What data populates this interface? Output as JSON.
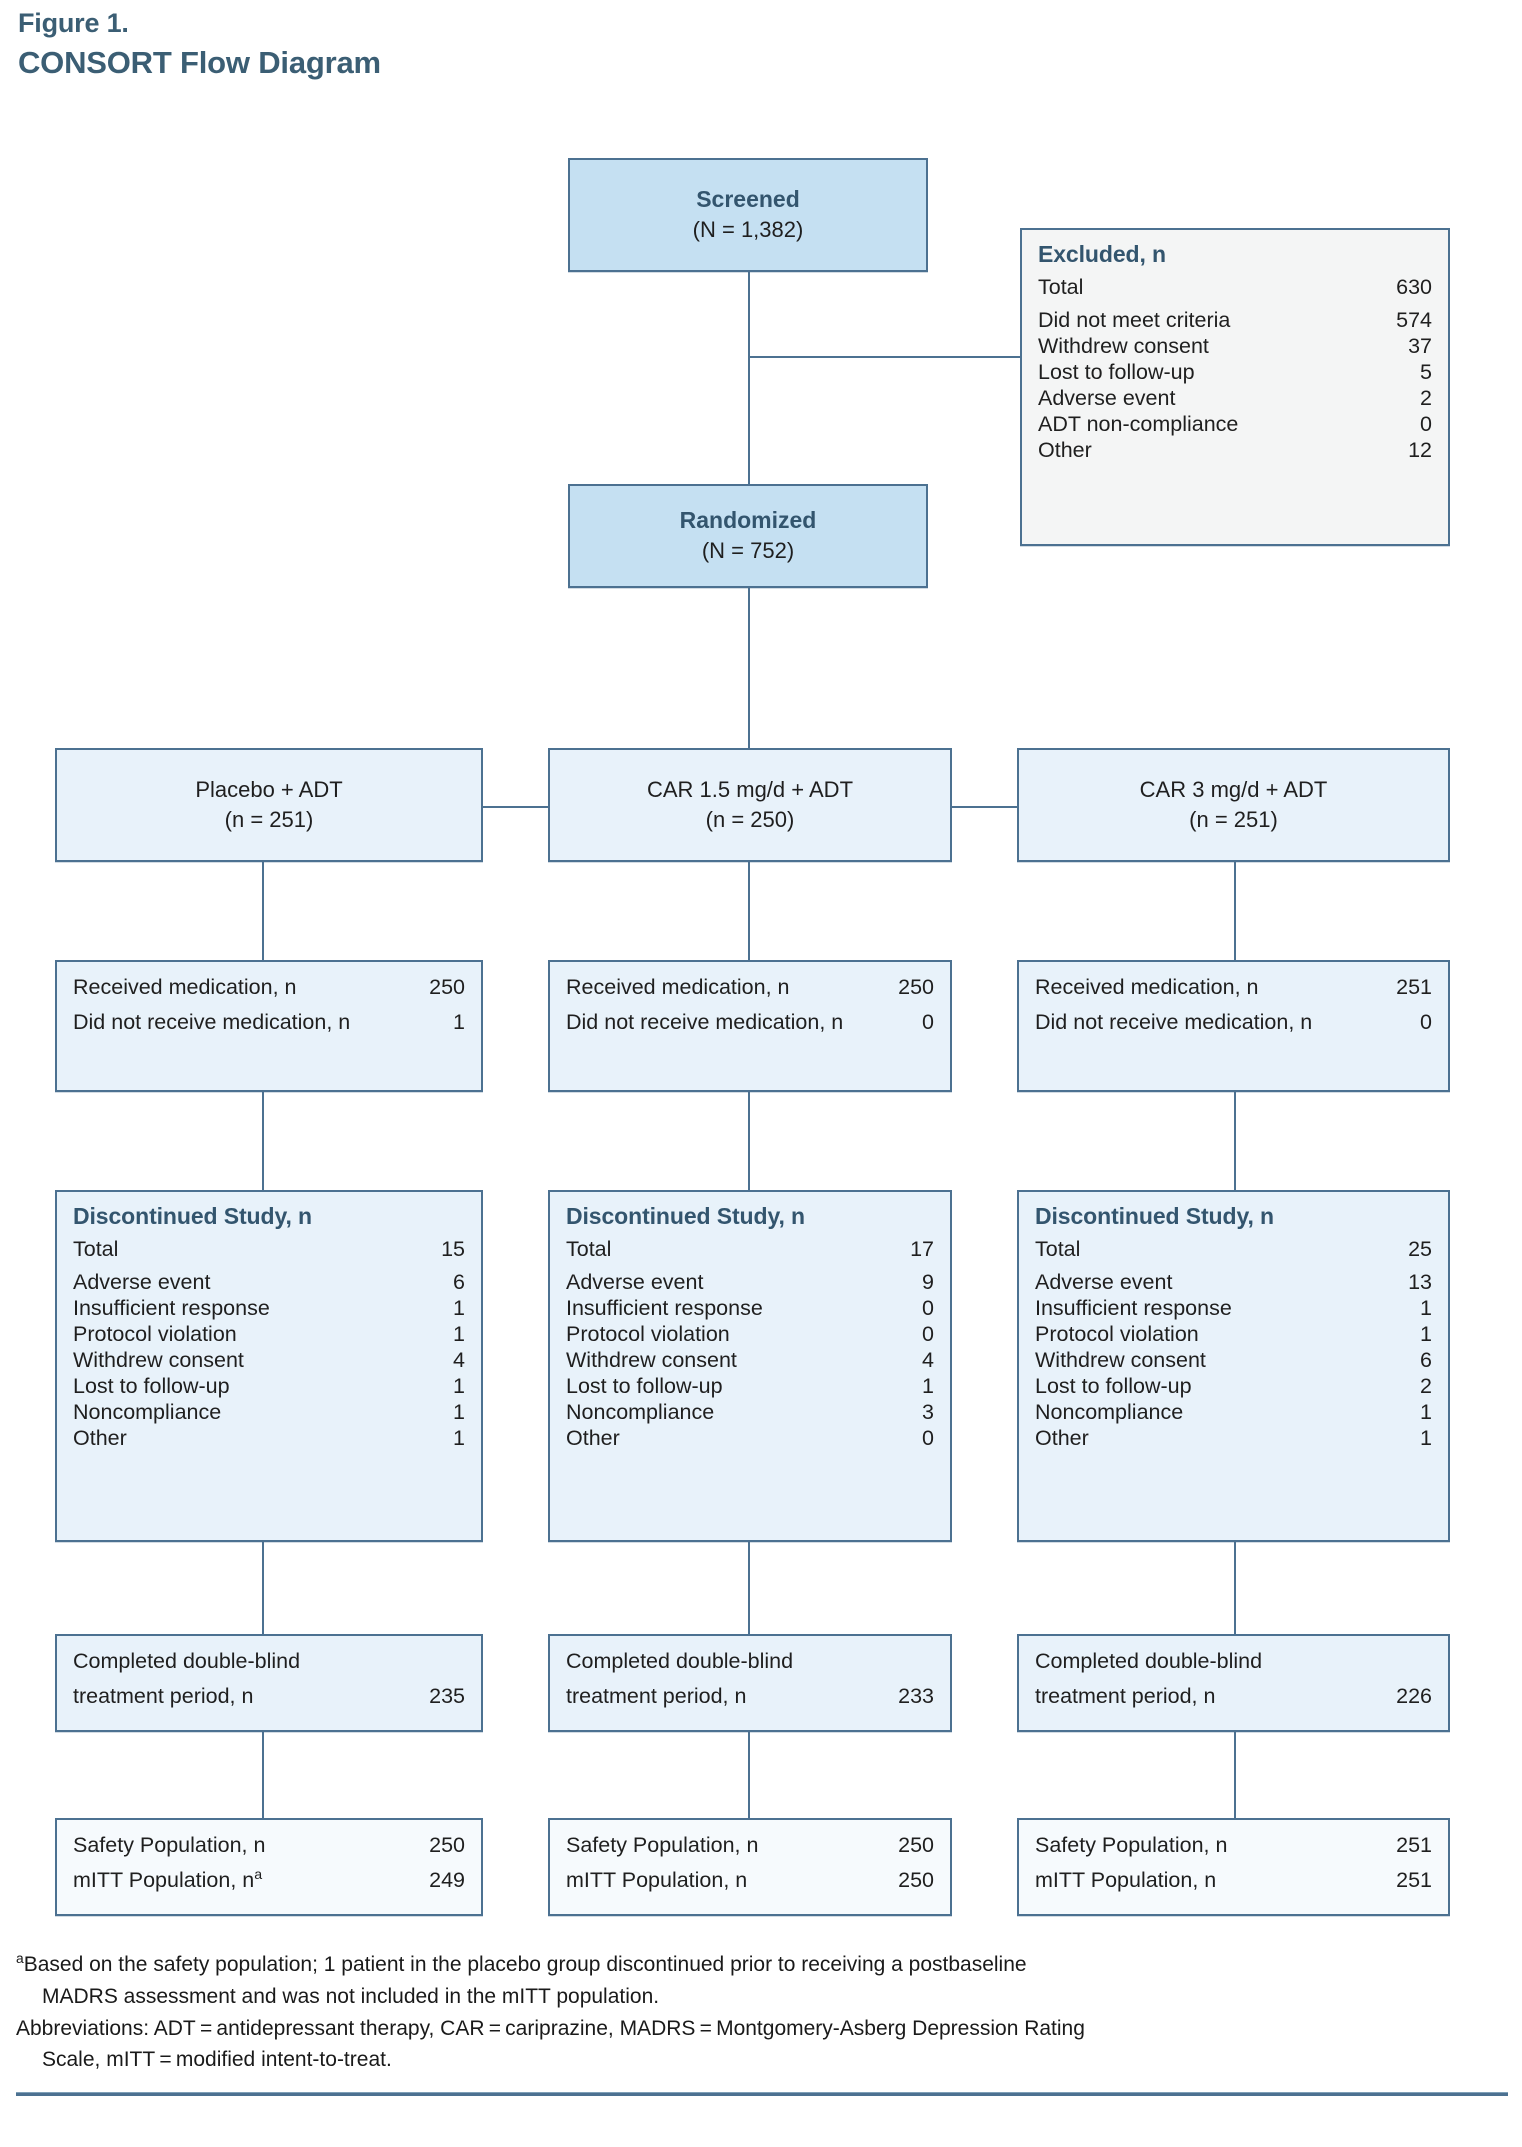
{
  "header": {
    "figure_number": "Figure 1.",
    "title": "CONSORT Flow Diagram"
  },
  "flow": {
    "screened": {
      "title": "Screened",
      "subtitle": "(N = 1,382)"
    },
    "randomized": {
      "title": "Randomized",
      "subtitle": "(N = 752)"
    },
    "excluded": {
      "header": "Excluded, n",
      "rows": [
        {
          "label": "Total",
          "value": "630"
        },
        {
          "label": "Did not meet criteria",
          "value": "574"
        },
        {
          "label": "Withdrew consent",
          "value": "37"
        },
        {
          "label": "Lost to follow-up",
          "value": "5"
        },
        {
          "label": "Adverse event",
          "value": "2"
        },
        {
          "label": "ADT non-compliance",
          "value": "0"
        },
        {
          "label": "Other",
          "value": "12"
        }
      ]
    },
    "arms": [
      {
        "title": "Placebo + ADT",
        "subtitle": "(n = 251)"
      },
      {
        "title": "CAR 1.5 mg/d + ADT",
        "subtitle": "(n = 250)"
      },
      {
        "title": "CAR 3 mg/d + ADT",
        "subtitle": "(n = 251)"
      }
    ],
    "received": [
      {
        "received_label": "Received medication, n",
        "received_value": "250",
        "notreceived_label": "Did not receive medication, n",
        "notreceived_value": "1"
      },
      {
        "received_label": "Received medication, n",
        "received_value": "250",
        "notreceived_label": "Did not receive medication, n",
        "notreceived_value": "0"
      },
      {
        "received_label": "Received medication, n",
        "received_value": "251",
        "notreceived_label": "Did not receive medication, n",
        "notreceived_value": "0"
      }
    ],
    "discontinued": [
      {
        "header": "Discontinued Study, n",
        "rows": [
          {
            "label": "Total",
            "value": "15"
          },
          {
            "label": "Adverse event",
            "value": "6"
          },
          {
            "label": "Insufficient response",
            "value": "1"
          },
          {
            "label": "Protocol violation",
            "value": "1"
          },
          {
            "label": "Withdrew consent",
            "value": "4"
          },
          {
            "label": "Lost to follow-up",
            "value": "1"
          },
          {
            "label": "Noncompliance",
            "value": "1"
          },
          {
            "label": "Other",
            "value": "1"
          }
        ]
      },
      {
        "header": "Discontinued Study, n",
        "rows": [
          {
            "label": "Total",
            "value": "17"
          },
          {
            "label": "Adverse event",
            "value": "9"
          },
          {
            "label": "Insufficient response",
            "value": "0"
          },
          {
            "label": "Protocol violation",
            "value": "0"
          },
          {
            "label": "Withdrew consent",
            "value": "4"
          },
          {
            "label": "Lost to follow-up",
            "value": "1"
          },
          {
            "label": "Noncompliance",
            "value": "3"
          },
          {
            "label": "Other",
            "value": "0"
          }
        ]
      },
      {
        "header": "Discontinued Study, n",
        "rows": [
          {
            "label": "Total",
            "value": "25"
          },
          {
            "label": "Adverse event",
            "value": "13"
          },
          {
            "label": "Insufficient response",
            "value": "1"
          },
          {
            "label": "Protocol violation",
            "value": "1"
          },
          {
            "label": "Withdrew consent",
            "value": "6"
          },
          {
            "label": "Lost to follow-up",
            "value": "2"
          },
          {
            "label": "Noncompliance",
            "value": "1"
          },
          {
            "label": "Other",
            "value": "1"
          }
        ]
      }
    ],
    "completed": [
      {
        "line1": "Completed double-blind",
        "line2": "treatment period, n",
        "value": "235"
      },
      {
        "line1": "Completed double-blind",
        "line2": "treatment period, n",
        "value": "233"
      },
      {
        "line1": "Completed double-blind",
        "line2": "treatment period, n",
        "value": "226"
      }
    ],
    "populations": [
      {
        "safety_label": "Safety Population, n",
        "safety_value": "250",
        "mitt_label": "mITT Population, n",
        "mitt_marker": "a",
        "mitt_value": "249"
      },
      {
        "safety_label": "Safety Population, n",
        "safety_value": "250",
        "mitt_label": "mITT Population, n",
        "mitt_marker": "",
        "mitt_value": "250"
      },
      {
        "safety_label": "Safety Population, n",
        "safety_value": "251",
        "mitt_label": "mITT Population, n",
        "mitt_marker": "",
        "mitt_value": "251"
      }
    ]
  },
  "footnotes": {
    "marker": "a",
    "note_line1": "Based on the safety population; 1 patient in the placebo group discontinued prior to receiving a postbaseline",
    "note_line2": "MADRS assessment and was not included in the mITT population.",
    "abbrev_line1": "Abbreviations: ADT = antidepressant therapy, CAR = cariprazine, MADRS = Montgomery-Asberg Depression Rating",
    "abbrev_line2": "Scale, mITT = modified intent-to-treat."
  },
  "colors": {
    "brand_blue": "#3b5e74",
    "border_blue": "#4c7191",
    "fill_dark": "#c5e0f2",
    "fill_light": "#e8f2fa",
    "fill_pale": "#f6fafd",
    "fill_grey": "#f4f5f5"
  }
}
